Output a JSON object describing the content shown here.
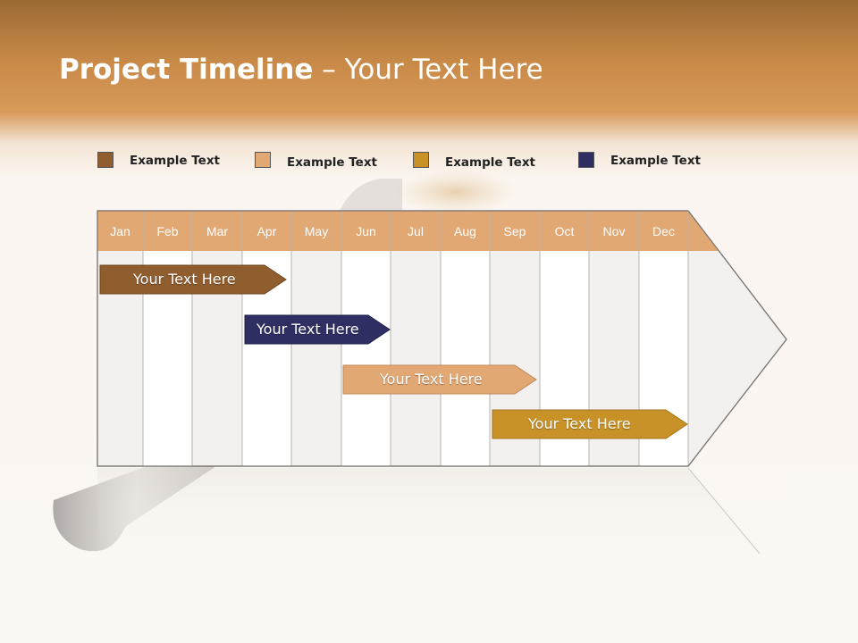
{
  "title": {
    "bold": "Project Timeline",
    "rest": " – Your Text Here"
  },
  "legend": [
    {
      "label": "Example Text",
      "color": "#8f5d2e"
    },
    {
      "label": "Example Text",
      "color": "#e2a873"
    },
    {
      "label": "Example Text",
      "color": "#c99228"
    },
    {
      "label": "Example Text",
      "color": "#2f2f64"
    }
  ],
  "months": [
    "Jan",
    "Feb",
    "Mar",
    "Apr",
    "May",
    "Jun",
    "Jul",
    "Aug",
    "Sep",
    "Oct",
    "Nov",
    "Dec"
  ],
  "header_color": "#e2a873",
  "tasks": [
    {
      "label": "Your  Text Here",
      "color": "#8f5d2e"
    },
    {
      "label": "Your  Text Here",
      "color": "#2f2f64"
    },
    {
      "label": "Your  Text Here",
      "color": "#e2a873"
    },
    {
      "label": "Your  Text Here",
      "color": "#c99228"
    }
  ]
}
